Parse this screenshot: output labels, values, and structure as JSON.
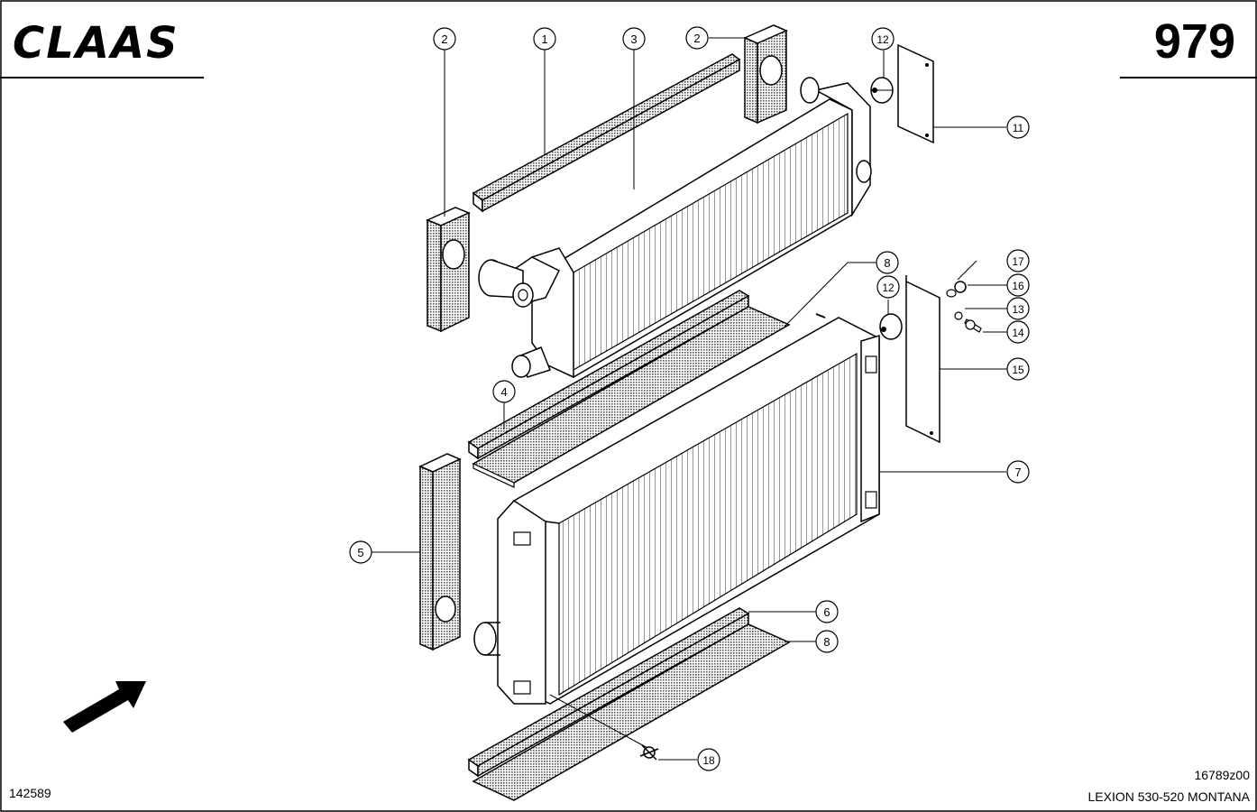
{
  "header": {
    "brand": "CLAAS",
    "page_number": "979"
  },
  "footer": {
    "doc_id_left": "142589",
    "drawing_id": "16789z00",
    "model": "LEXION 530-520 MONTANA"
  },
  "callouts": [
    "1",
    "2",
    "2",
    "3",
    "4",
    "5",
    "6",
    "7",
    "8",
    "8",
    "11",
    "12",
    "12",
    "13",
    "14",
    "15",
    "16",
    "17",
    "18"
  ],
  "colors": {
    "line": "#000000",
    "paper": "#ffffff",
    "foam": "#8a8a8a"
  },
  "icons": [
    "direction-arrow-icon"
  ]
}
